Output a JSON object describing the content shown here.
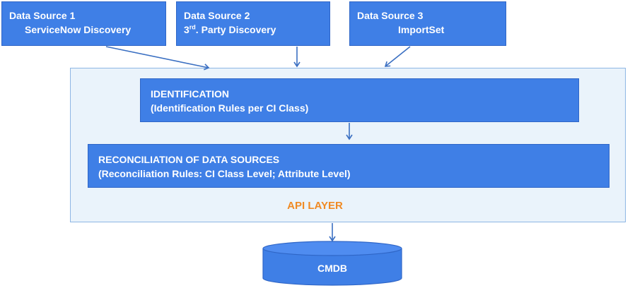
{
  "sources": [
    {
      "line1": "Data Source 1",
      "line2": "ServiceNow Discovery"
    },
    {
      "line1": "Data Source 2",
      "line2_num": "3",
      "line2_sup": "rd",
      "line2_rest": ". Party Discovery"
    },
    {
      "line1": "Data Source 3",
      "line2": "ImportSet"
    }
  ],
  "identification": {
    "title": "IDENTIFICATION",
    "subtitle": "(Identification Rules per CI Class)"
  },
  "reconciliation": {
    "title": "RECONCILIATION OF DATA SOURCES",
    "subtitle": "(Reconciliation Rules: CI Class Level; Attribute Level)"
  },
  "api_layer": {
    "label": "API LAYER"
  },
  "cmdb": {
    "label": "CMDB"
  },
  "colors": {
    "box": "#3f7fe6",
    "container": "#eaf3fb",
    "api_label": "#f08a24",
    "arrow": "#3a6fc2"
  }
}
